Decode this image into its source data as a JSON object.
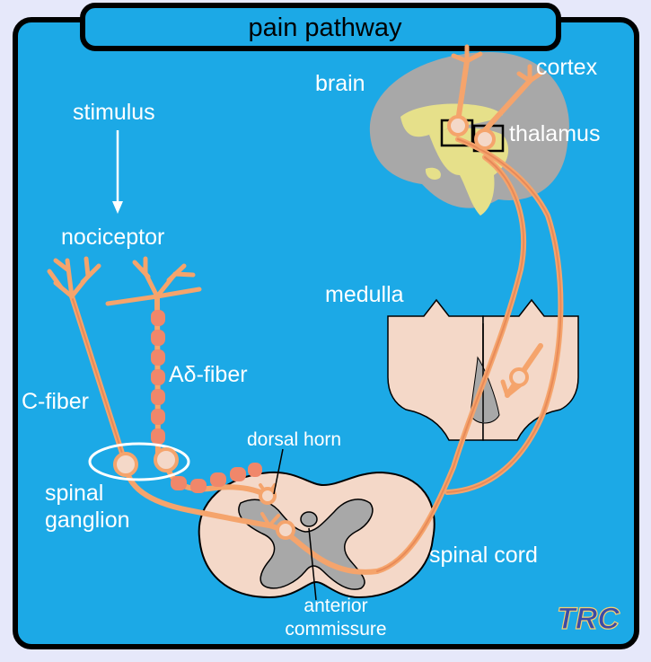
{
  "title": "pain pathway",
  "labels": {
    "stimulus": "stimulus",
    "nociceptor": "nociceptor",
    "c_fiber": "C-fiber",
    "a_delta_fiber": "Aδ-fiber",
    "spinal": "spinal",
    "ganglion": "ganglion",
    "dorsal_horn": "dorsal horn",
    "spinal_cord": "spinal cord",
    "anterior": "anterior",
    "commissure": "commissure",
    "medulla": "medulla",
    "brain": "brain",
    "cortex": "cortex",
    "thalamus": "thalamus"
  },
  "logo": "TRC",
  "colors": {
    "page_background": "#e6e8fa",
    "panel_blue": "#1ca9e6",
    "fiber_orange": "#f5a46c",
    "fiber_core": "#e88a58",
    "tissue_pink": "#f4d8c8",
    "gray_matter": "#a8a8a8",
    "thalamus_yellow": "#e6e08a",
    "outline": "#000000"
  }
}
